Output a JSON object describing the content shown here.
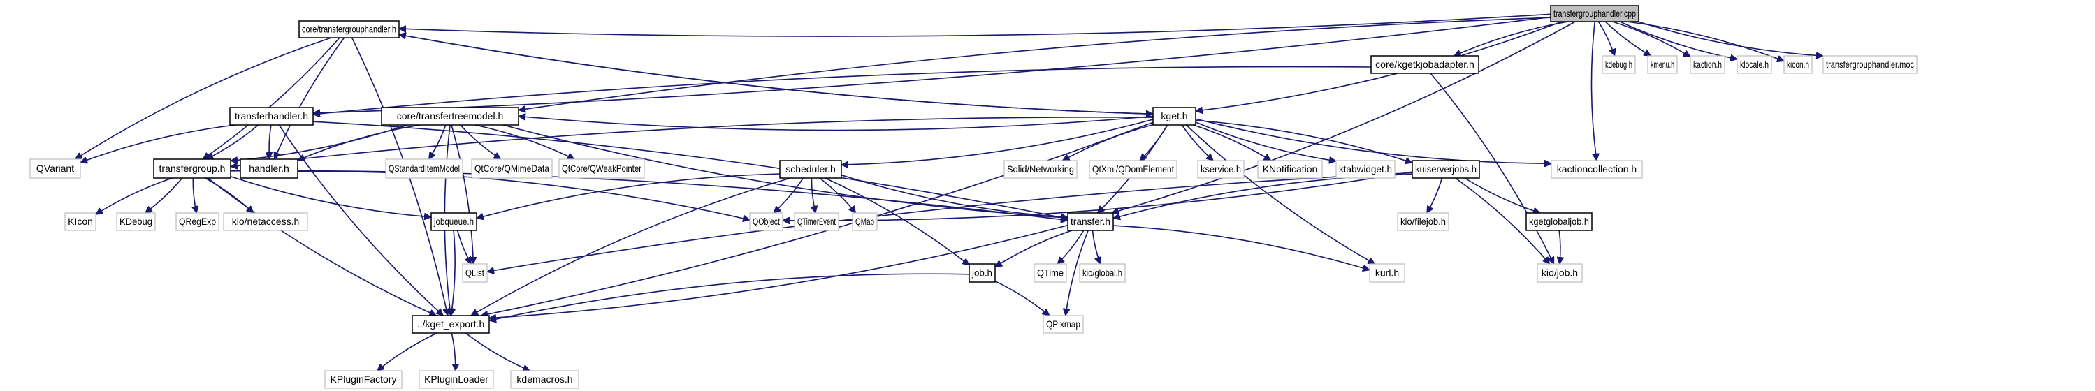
{
  "diagram": {
    "title": "transfergrouphandler.cpp",
    "type": "include-dependency-graph",
    "colors": {
      "edge": "#191970",
      "root_fill": "#bfbfbf",
      "documented_border": "#000000",
      "external_border": "#bfbfbf",
      "text": "#000000"
    },
    "nodes": [
      {
        "id": "root",
        "label": "transfergrouphandler.cpp",
        "kind": "root"
      },
      {
        "id": "core_tgh",
        "label": "core/transfergrouphandler.h",
        "kind": "documented"
      },
      {
        "id": "core_kjob",
        "label": "core/kgetkjobadapter.h",
        "kind": "documented"
      },
      {
        "id": "kdebug_h",
        "label": "kdebug.h",
        "kind": "external"
      },
      {
        "id": "kmenu_h",
        "label": "kmenu.h",
        "kind": "external"
      },
      {
        "id": "kaction_h",
        "label": "kaction.h",
        "kind": "external"
      },
      {
        "id": "klocale_h",
        "label": "klocale.h",
        "kind": "external"
      },
      {
        "id": "kicon_h",
        "label": "kicon.h",
        "kind": "external"
      },
      {
        "id": "moc",
        "label": "transfergrouphandler.moc",
        "kind": "external"
      },
      {
        "id": "transferhandler",
        "label": "transferhandler.h",
        "kind": "documented"
      },
      {
        "id": "core_ttm",
        "label": "core/transfertreemodel.h",
        "kind": "documented"
      },
      {
        "id": "kget_h",
        "label": "kget.h",
        "kind": "documented"
      },
      {
        "id": "qvariant",
        "label": "QVariant",
        "kind": "external"
      },
      {
        "id": "transfergroup",
        "label": "transfergroup.h",
        "kind": "documented"
      },
      {
        "id": "handler",
        "label": "handler.h",
        "kind": "documented"
      },
      {
        "id": "qsim",
        "label": "QStandardItemModel",
        "kind": "external"
      },
      {
        "id": "qmime",
        "label": "QtCore/QMimeData",
        "kind": "external"
      },
      {
        "id": "qweak",
        "label": "QtCore/QWeakPointer",
        "kind": "external"
      },
      {
        "id": "scheduler",
        "label": "scheduler.h",
        "kind": "documented"
      },
      {
        "id": "solid",
        "label": "Solid/Networking",
        "kind": "external"
      },
      {
        "id": "qdom",
        "label": "QtXml/QDomElement",
        "kind": "external"
      },
      {
        "id": "kservice",
        "label": "kservice.h",
        "kind": "external"
      },
      {
        "id": "knotif",
        "label": "KNotification",
        "kind": "external"
      },
      {
        "id": "ktabwidget",
        "label": "ktabwidget.h",
        "kind": "external"
      },
      {
        "id": "kuiserverjobs",
        "label": "kuiserverjobs.h",
        "kind": "documented"
      },
      {
        "id": "kactioncoll",
        "label": "kactioncollection.h",
        "kind": "external"
      },
      {
        "id": "kiconcls",
        "label": "KIcon",
        "kind": "external"
      },
      {
        "id": "kdebugcls",
        "label": "KDebug",
        "kind": "external"
      },
      {
        "id": "qregexp",
        "label": "QRegExp",
        "kind": "external"
      },
      {
        "id": "netaccess",
        "label": "kio/netaccess.h",
        "kind": "external"
      },
      {
        "id": "jobqueue",
        "label": "jobqueue.h",
        "kind": "documented"
      },
      {
        "id": "qobject",
        "label": "QObject",
        "kind": "external"
      },
      {
        "id": "qtimerevent",
        "label": "QTimerEvent",
        "kind": "external"
      },
      {
        "id": "qmap",
        "label": "QMap",
        "kind": "external"
      },
      {
        "id": "transfer_h",
        "label": "transfer.h",
        "kind": "documented"
      },
      {
        "id": "filejob",
        "label": "kio/filejob.h",
        "kind": "external"
      },
      {
        "id": "kgetglobaljob",
        "label": "kgetglobaljob.h",
        "kind": "documented"
      },
      {
        "id": "qlist",
        "label": "QList",
        "kind": "external"
      },
      {
        "id": "job_h",
        "label": "job.h",
        "kind": "documented"
      },
      {
        "id": "qtime",
        "label": "QTime",
        "kind": "external"
      },
      {
        "id": "kioglobal",
        "label": "kio/global.h",
        "kind": "external"
      },
      {
        "id": "kurl",
        "label": "kurl.h",
        "kind": "external"
      },
      {
        "id": "kiojob",
        "label": "kio/job.h",
        "kind": "external"
      },
      {
        "id": "kget_export",
        "label": "../kget_export.h",
        "kind": "documented"
      },
      {
        "id": "qpixmap",
        "label": "QPixmap",
        "kind": "external"
      },
      {
        "id": "kpluginfactory",
        "label": "KPluginFactory",
        "kind": "external"
      },
      {
        "id": "kpluginloader",
        "label": "KPluginLoader",
        "kind": "external"
      },
      {
        "id": "kdemacros",
        "label": "kdemacros.h",
        "kind": "external"
      }
    ],
    "edges": [
      [
        "root",
        "core_tgh"
      ],
      [
        "root",
        "core_kjob"
      ],
      [
        "root",
        "kdebug_h"
      ],
      [
        "root",
        "kmenu_h"
      ],
      [
        "root",
        "kaction_h"
      ],
      [
        "root",
        "klocale_h"
      ],
      [
        "root",
        "kicon_h"
      ],
      [
        "root",
        "moc"
      ],
      [
        "root",
        "transferhandler"
      ],
      [
        "root",
        "core_ttm"
      ],
      [
        "root",
        "kget_h"
      ],
      [
        "root",
        "kactioncoll"
      ],
      [
        "root",
        "transfer_h"
      ],
      [
        "core_tgh",
        "kget_h"
      ],
      [
        "kget_h",
        "core_tgh"
      ],
      [
        "core_tgh",
        "qvariant"
      ],
      [
        "core_tgh",
        "transfergroup"
      ],
      [
        "core_tgh",
        "handler"
      ],
      [
        "core_tgh",
        "kget_export"
      ],
      [
        "core_kjob",
        "transferhandler"
      ],
      [
        "core_kjob",
        "kiojob"
      ],
      [
        "transferhandler",
        "qvariant"
      ],
      [
        "transferhandler",
        "transfergroup"
      ],
      [
        "transferhandler",
        "handler"
      ],
      [
        "transferhandler",
        "transfer_h"
      ],
      [
        "transferhandler",
        "kget_export"
      ],
      [
        "core_ttm",
        "transfergroup"
      ],
      [
        "core_ttm",
        "handler"
      ],
      [
        "core_ttm",
        "qsim"
      ],
      [
        "core_ttm",
        "qmime"
      ],
      [
        "core_ttm",
        "qweak"
      ],
      [
        "core_ttm",
        "transfer_h"
      ],
      [
        "core_ttm",
        "qlist"
      ],
      [
        "core_ttm",
        "kget_export"
      ],
      [
        "kget_h",
        "core_ttm"
      ],
      [
        "kget_h",
        "transfergroup"
      ],
      [
        "kget_h",
        "scheduler"
      ],
      [
        "kget_h",
        "solid"
      ],
      [
        "kget_h",
        "qdom"
      ],
      [
        "kget_h",
        "kservice"
      ],
      [
        "kget_h",
        "knotif"
      ],
      [
        "kget_h",
        "ktabwidget"
      ],
      [
        "kget_h",
        "kuiserverjobs"
      ],
      [
        "kget_h",
        "kactioncoll"
      ],
      [
        "kget_h",
        "transfer_h"
      ],
      [
        "kget_h",
        "kurl"
      ],
      [
        "kget_h",
        "kget_export"
      ],
      [
        "transfergroup",
        "kiconcls"
      ],
      [
        "transfergroup",
        "kdebugcls"
      ],
      [
        "transfergroup",
        "qregexp"
      ],
      [
        "transfergroup",
        "netaccess"
      ],
      [
        "transfergroup",
        "jobqueue"
      ],
      [
        "transfergroup",
        "transfer_h"
      ],
      [
        "transfergroup",
        "kget_export"
      ],
      [
        "handler",
        "qobject"
      ],
      [
        "scheduler",
        "jobqueue"
      ],
      [
        "scheduler",
        "qobject"
      ],
      [
        "scheduler",
        "qtimerevent"
      ],
      [
        "scheduler",
        "qmap"
      ],
      [
        "scheduler",
        "transfer_h"
      ],
      [
        "scheduler",
        "job_h"
      ],
      [
        "scheduler",
        "kget_export"
      ],
      [
        "kuiserverjobs",
        "qobject"
      ],
      [
        "kuiserverjobs",
        "transfer_h"
      ],
      [
        "kuiserverjobs",
        "filejob"
      ],
      [
        "kuiserverjobs",
        "kgetglobaljob"
      ],
      [
        "kuiserverjobs",
        "kiojob"
      ],
      [
        "kuiserverjobs",
        "qlist"
      ],
      [
        "kgetglobaljob",
        "kiojob"
      ],
      [
        "jobqueue",
        "qlist"
      ],
      [
        "jobqueue",
        "kget_export"
      ],
      [
        "transfer_h",
        "job_h"
      ],
      [
        "transfer_h",
        "qtime"
      ],
      [
        "transfer_h",
        "kioglobal"
      ],
      [
        "transfer_h",
        "kurl"
      ],
      [
        "transfer_h",
        "qpixmap"
      ],
      [
        "transfer_h",
        "kget_export"
      ],
      [
        "job_h",
        "kget_export"
      ],
      [
        "job_h",
        "qpixmap"
      ],
      [
        "kget_export",
        "kpluginfactory"
      ],
      [
        "kget_export",
        "kpluginloader"
      ],
      [
        "kget_export",
        "kdemacros"
      ]
    ]
  }
}
